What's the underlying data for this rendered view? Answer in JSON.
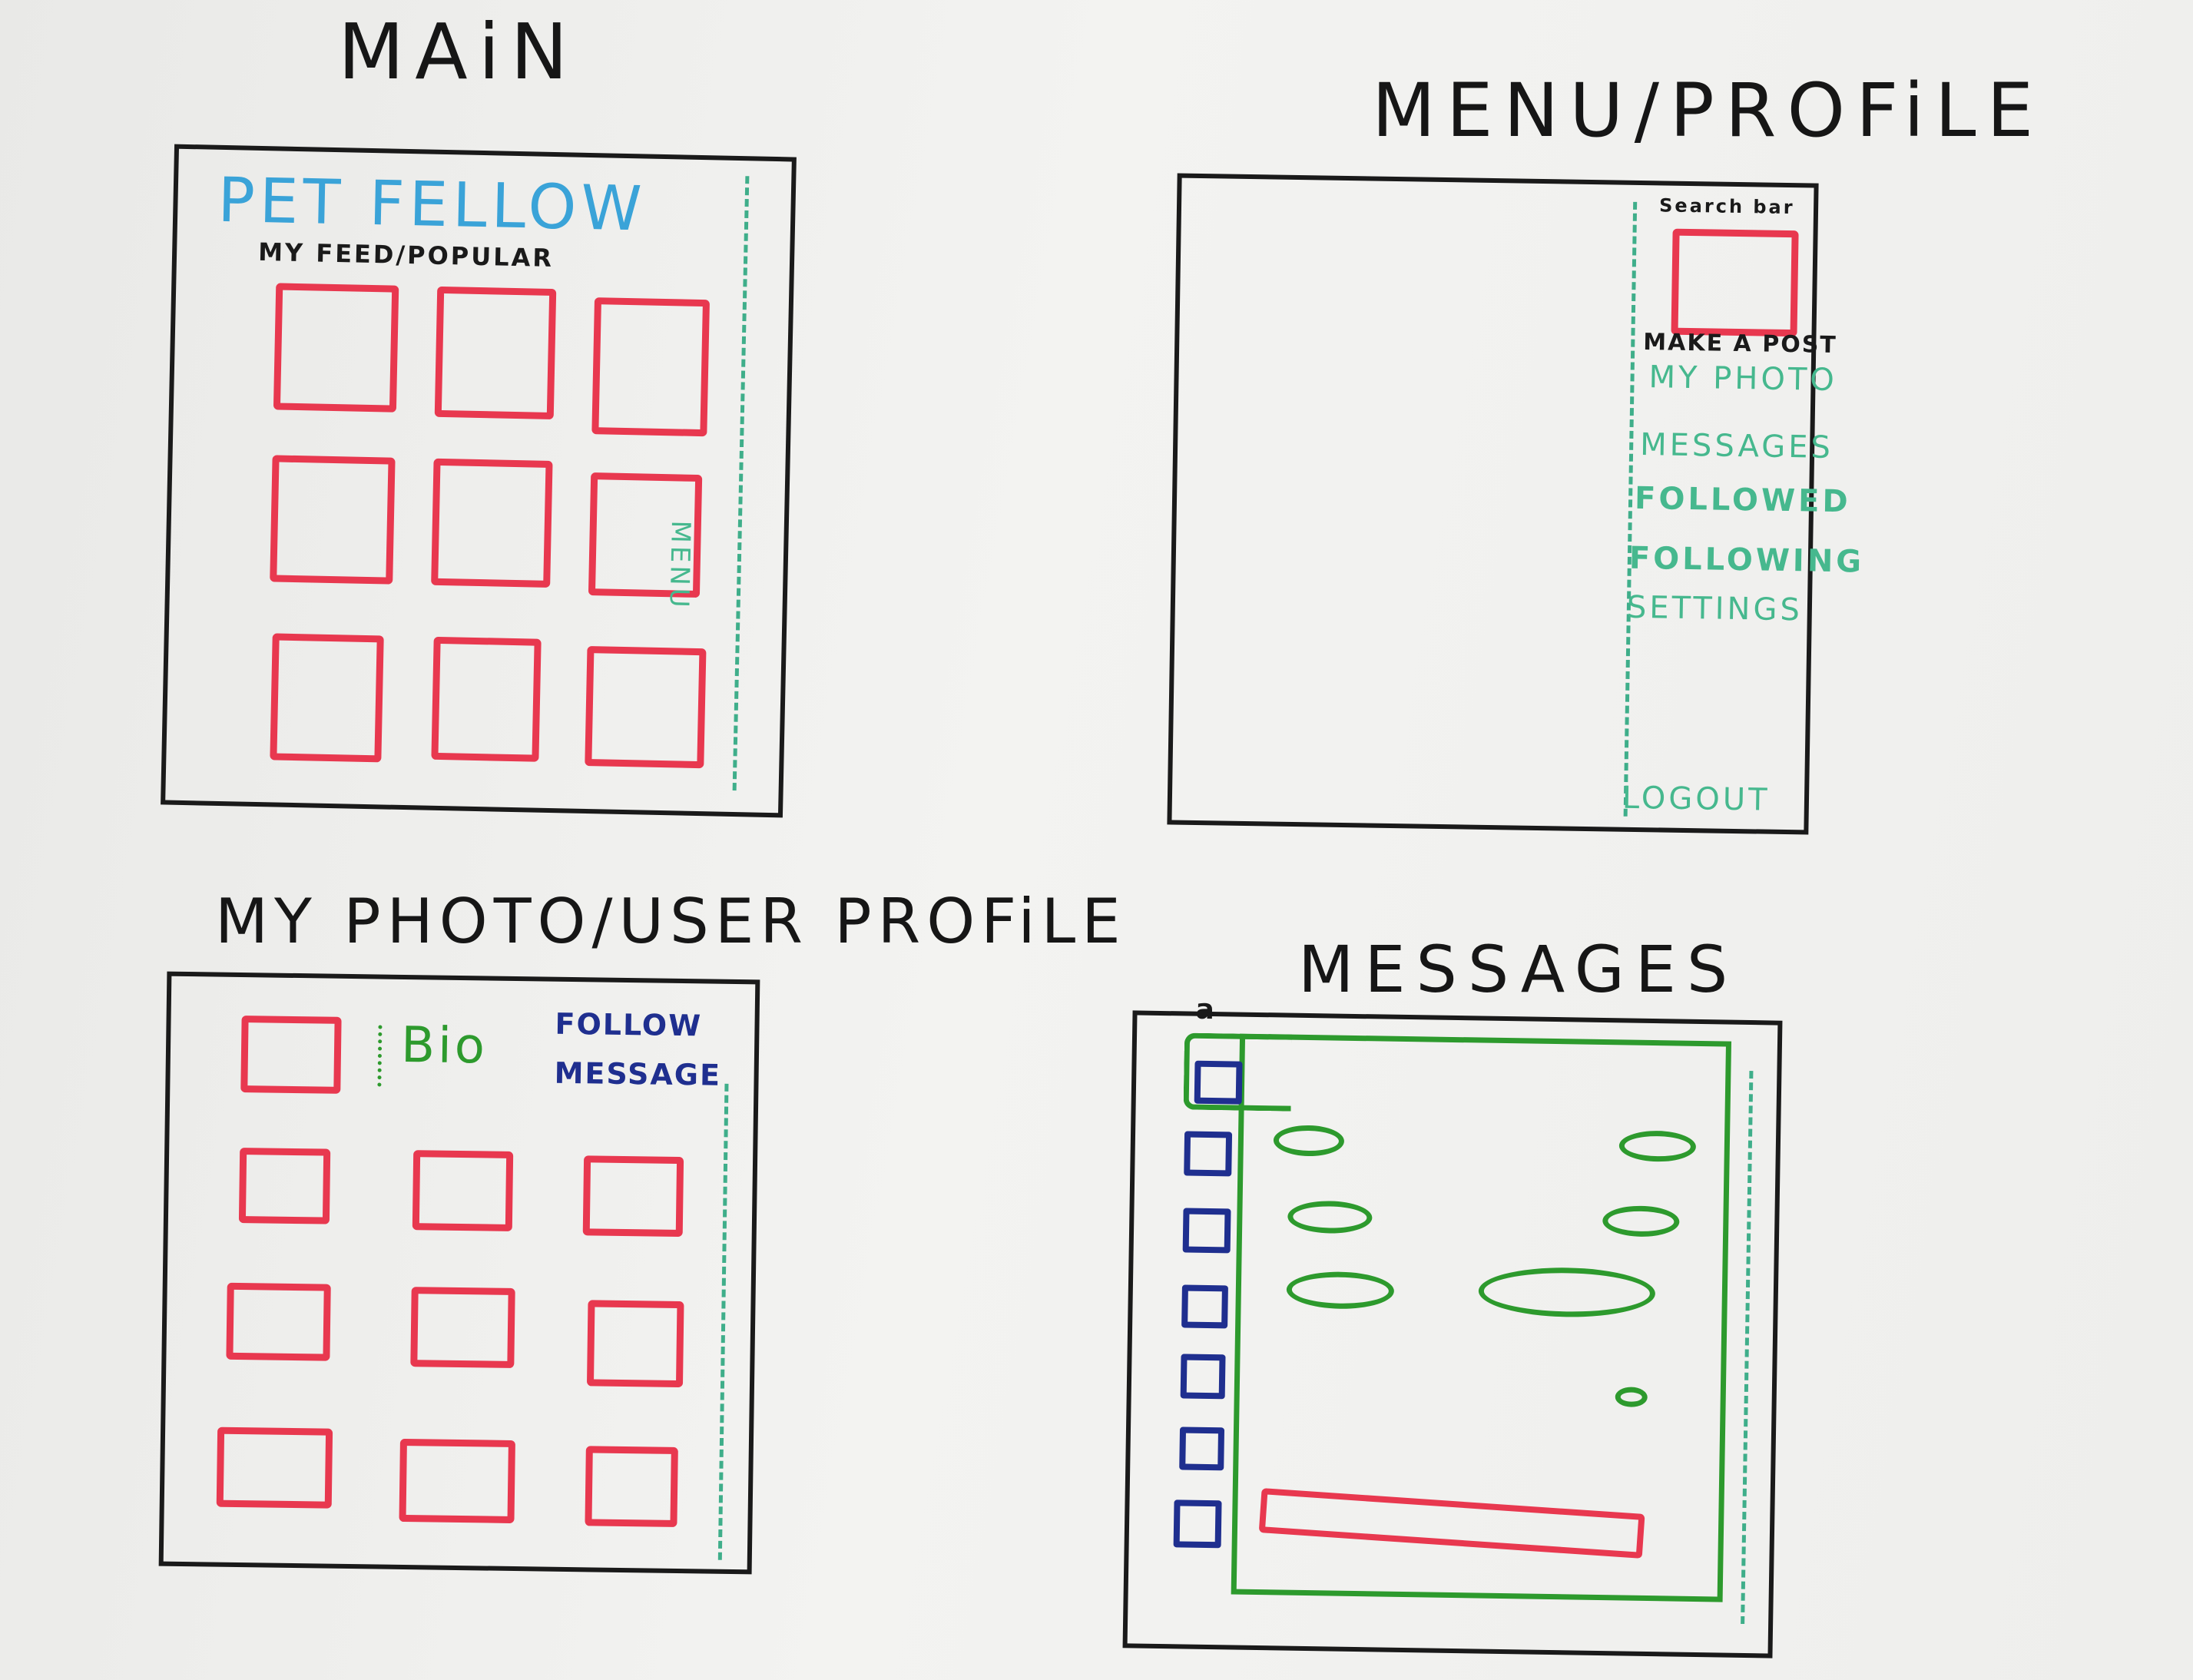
{
  "panels": {
    "main": {
      "title": "MAiN",
      "brand": "PET FELLOW",
      "feed_toggle": "MY FEED/POPULAR",
      "menu_label": "MENU"
    },
    "menu_profile": {
      "title": "MENU/PROFiLE",
      "search_bar": "Search bar",
      "make_post": "MAKE A POST",
      "items": [
        "MY PHOTO",
        "MESSAGES",
        "FOLLOWED",
        "FOLLOWING",
        "SETTINGS"
      ],
      "logout": "LOGOUT"
    },
    "user_profile": {
      "title": "MY PHOTO/USER PROFiLE",
      "bio": "Bio",
      "follow": "FOLLOW",
      "message": "MESSAGE"
    },
    "messages": {
      "title": "MESSAGES",
      "contacts_icon": "a"
    }
  },
  "colors": {
    "ink": "#1a1a1a",
    "tile_red": "#e8384f",
    "brand_blue": "#3aa3d8",
    "menu_green": "#46b88e",
    "bio_green": "#2d9a2d",
    "action_navy": "#1f2f8f"
  }
}
